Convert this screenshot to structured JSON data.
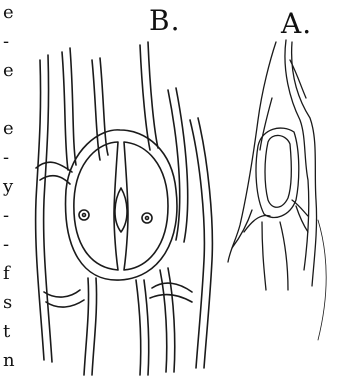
{
  "figure": {
    "label_b": "B.",
    "label_a": "A.",
    "left_margin_fragments": [
      "e",
      "-",
      "e",
      "",
      "e",
      "-",
      "y",
      "-",
      "-",
      "f",
      "s",
      "t",
      "n"
    ]
  }
}
